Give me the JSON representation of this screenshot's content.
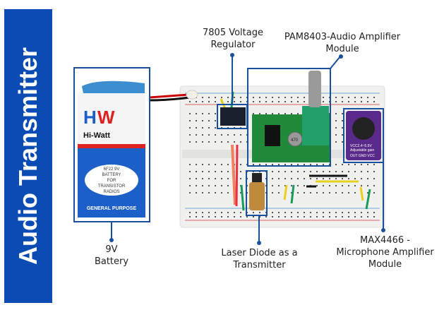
{
  "title": "Audio Transmitter",
  "colors": {
    "sidebar": "#0a4cb4",
    "callout_line": "#1a4f9c",
    "breadboard": "#f2f2f0",
    "pcb_green": "#1e8a3a",
    "mic_purple": "#5a2a8a"
  },
  "labels": {
    "regulator": [
      "7805 Voltage",
      "Regulator"
    ],
    "amplifier": [
      "PAM8403-Audio Amplifier",
      "Module"
    ],
    "battery": [
      "9V",
      "Battery"
    ],
    "laser": [
      "Laser Diode as a",
      "Transmitter"
    ],
    "microphone": [
      "MAX4466 -",
      "Microphone Amplifier",
      "Module"
    ]
  },
  "battery": {
    "brand_logo": "HW",
    "brand": "Hi-Watt",
    "oval_lines": [
      "6F22 9V",
      "BATTERY",
      "FOR",
      "TRANSISTOR",
      "RADIOS"
    ],
    "footer": "GENERAL PURPOSE"
  },
  "mic_module": {
    "text1": "VCC2.4~5.5V",
    "text2": "Adjustable gain",
    "pins": "OUT GND VCC"
  },
  "cap_text": "470"
}
